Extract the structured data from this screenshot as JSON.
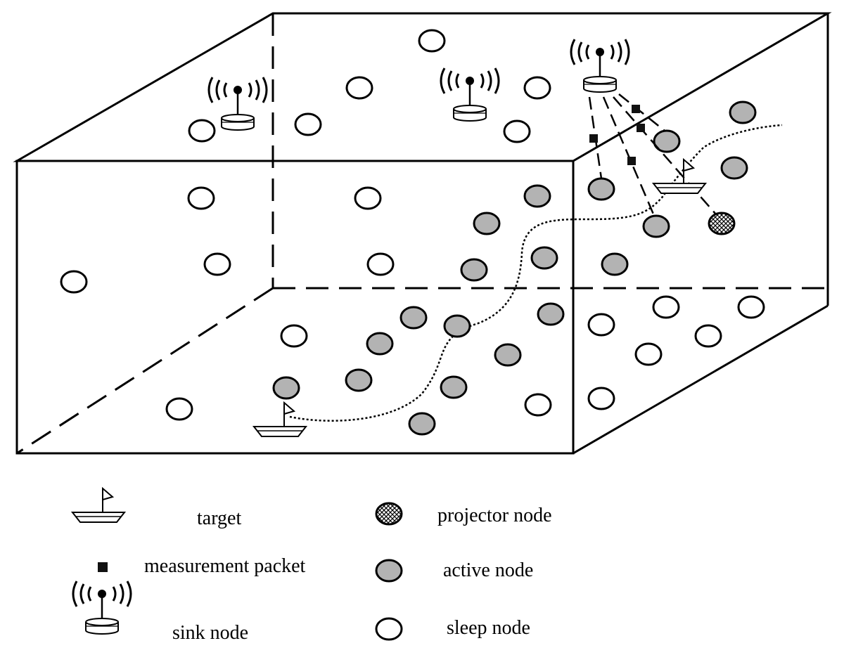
{
  "legend": {
    "target": "target",
    "measurement_packet": "measurement packet",
    "sink_node": "sink node",
    "projector_node": "projector node",
    "active_node": "active node",
    "sleep_node": "sleep node"
  },
  "colors": {
    "stroke": "#000000",
    "active_fill": "#b3b3b3",
    "sleep_fill": "#ffffff",
    "packet_fill": "#111111"
  },
  "icons": [
    "target-ship-icon",
    "measurement-packet-icon",
    "sink-node-icon",
    "projector-node-icon",
    "active-node-icon",
    "sleep-node-icon"
  ]
}
